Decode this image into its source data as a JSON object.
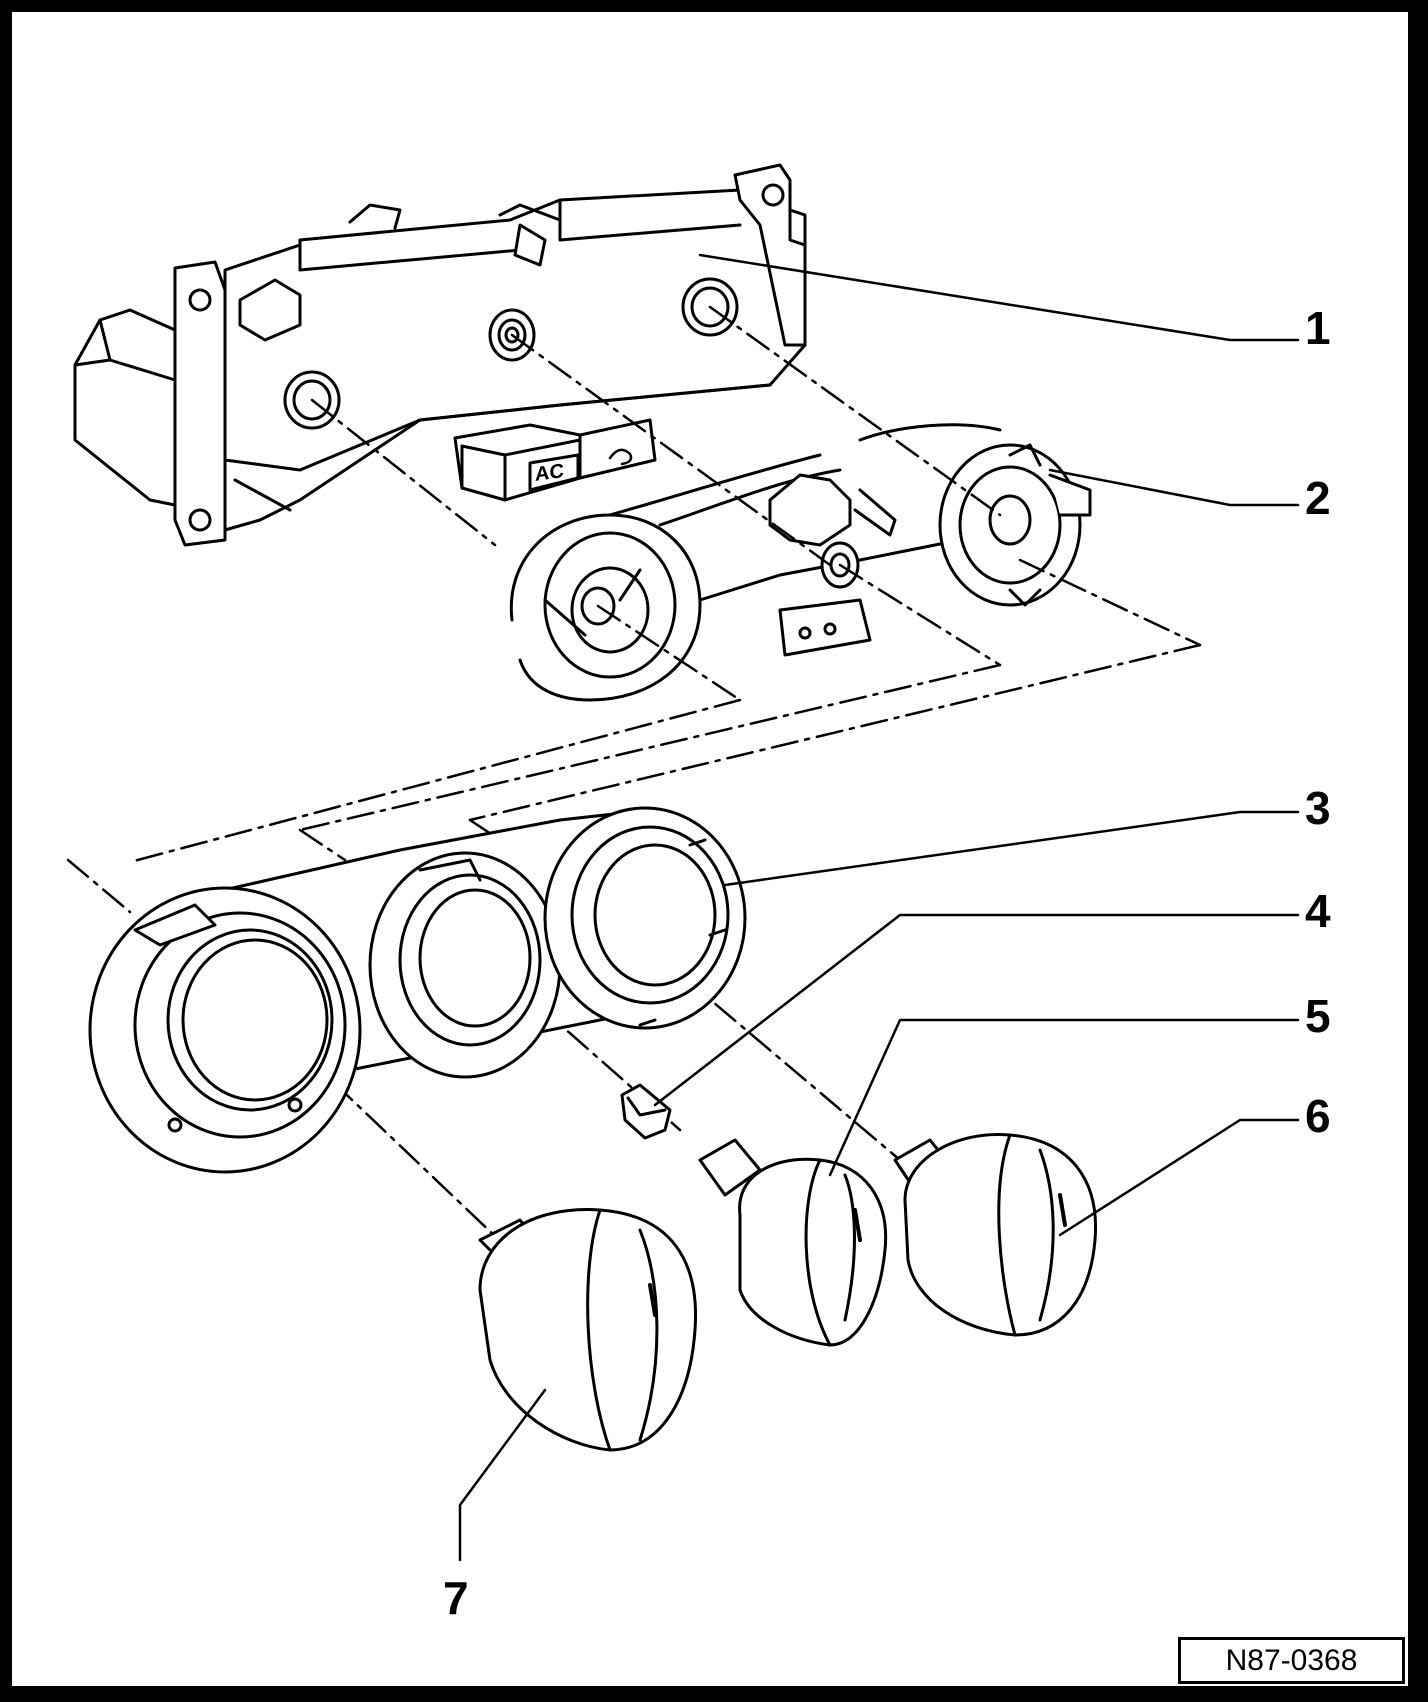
{
  "diagram": {
    "callouts": [
      {
        "id": "1",
        "label": "1"
      },
      {
        "id": "2",
        "label": "2"
      },
      {
        "id": "3",
        "label": "3"
      },
      {
        "id": "4",
        "label": "4"
      },
      {
        "id": "5",
        "label": "5"
      },
      {
        "id": "6",
        "label": "6"
      },
      {
        "id": "7",
        "label": "7"
      }
    ],
    "button_labels": {
      "ac": "AC"
    },
    "figure_id": "N87-0368"
  }
}
